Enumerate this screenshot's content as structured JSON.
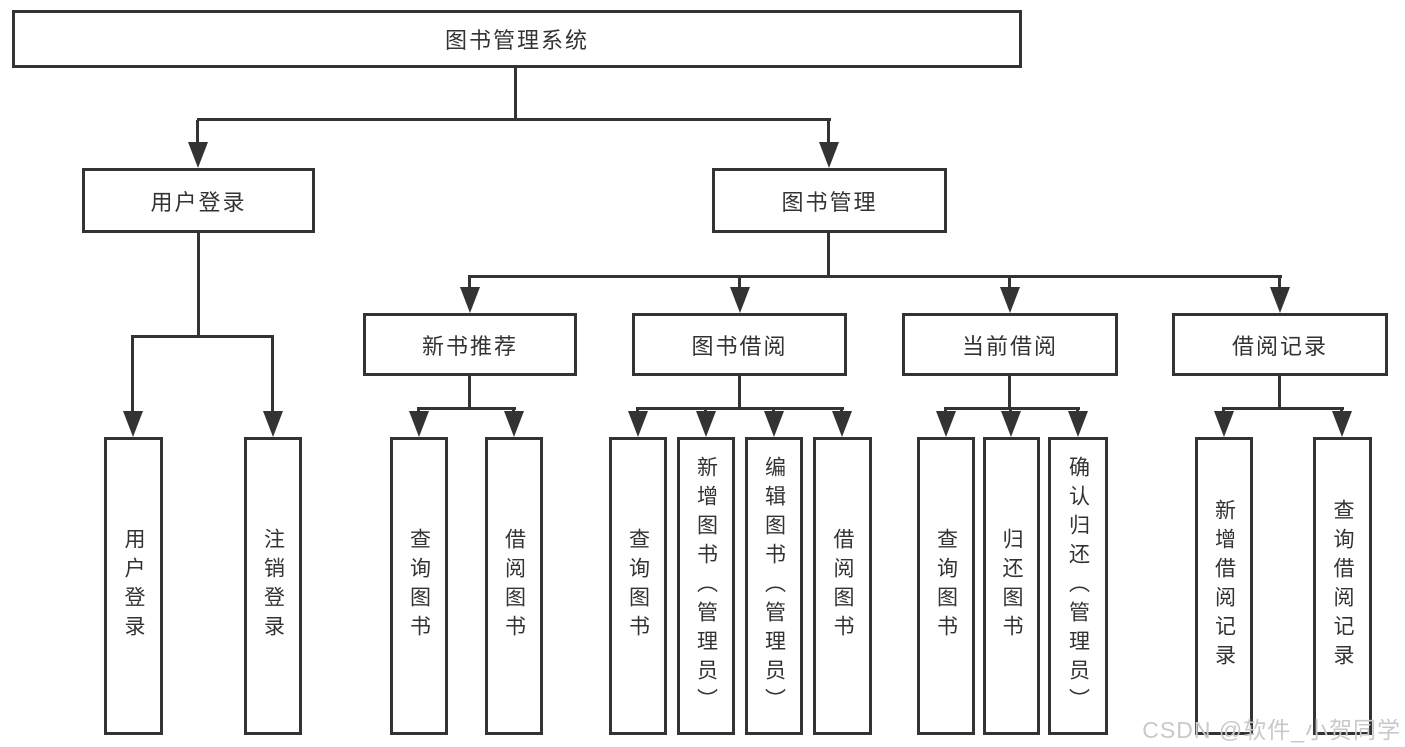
{
  "diagram": {
    "root": "图书管理系统",
    "level2": {
      "user_login": "用户登录",
      "book_mgmt": "图书管理"
    },
    "level3": {
      "new_books": "新书推荐",
      "book_borrow": "图书借阅",
      "current_borrow": "当前借阅",
      "borrow_records": "借阅记录"
    },
    "leaves": {
      "user_login": [
        "用户登录",
        "注销登录"
      ],
      "new_books": [
        "查询图书",
        "借阅图书"
      ],
      "book_borrow": [
        "查询图书",
        "新增图书（管理员）",
        "编辑图书（管理员）",
        "借阅图书"
      ],
      "current_borrow": [
        "查询图书",
        "归还图书",
        "确认归还（管理员）"
      ],
      "borrow_records": [
        "新增借阅记录",
        "查询借阅记录"
      ]
    }
  },
  "watermark": "CSDN @软件_小贺同学",
  "colors": {
    "line": "#333333",
    "text": "#333333",
    "box_background": "#ffffff",
    "watermark": "#c9c9c9",
    "background": "#ffffff"
  }
}
